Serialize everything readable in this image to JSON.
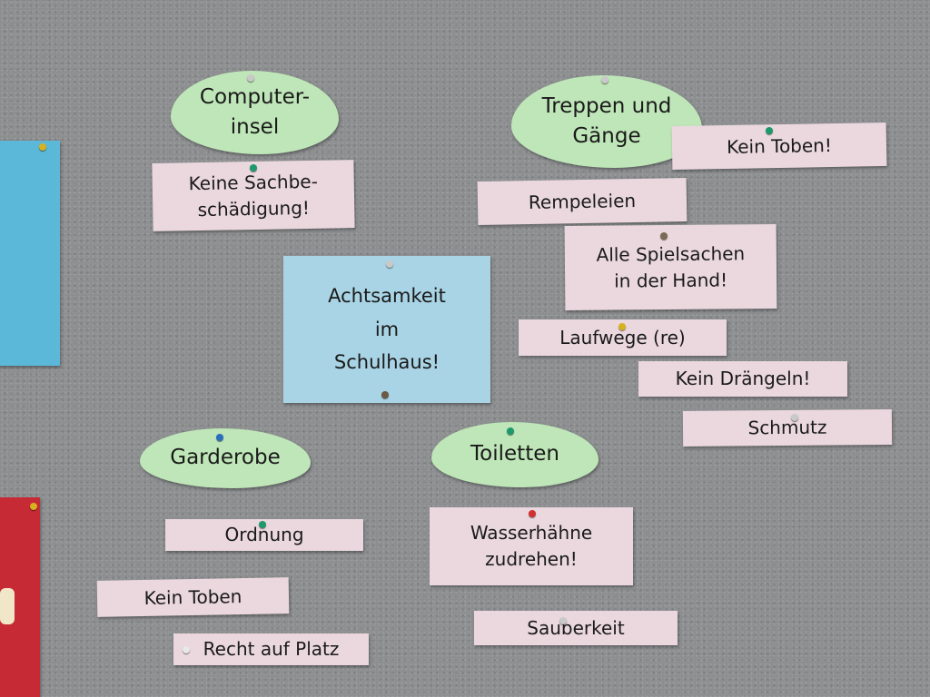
{
  "center": {
    "text": "Achtsamkeit\nim\nSchulhaus!"
  },
  "areas": {
    "computer": {
      "title": "Computer-\ninsel",
      "notes": [
        "Keine Sachbe-\nschädigung!"
      ]
    },
    "treppen": {
      "title": "Treppen und\nGänge",
      "notes": [
        "Kein Toben!",
        "Rempeleien",
        "Alle Spielsachen\nin der Hand!",
        "Laufwege (re)",
        "Kein Drängeln!",
        "Schmutz"
      ]
    },
    "garderobe": {
      "title": "Garderobe",
      "notes": [
        "Ordnung",
        "Kein Toben",
        "Recht auf Platz"
      ]
    },
    "toiletten": {
      "title": "Toiletten",
      "notes": [
        "Wasserhähne\nzudrehen!",
        "Sauberkeit"
      ]
    }
  },
  "colors": {
    "felt": "#8a8c8e",
    "pink_card": "#ead8de",
    "green_cloud": "#bfe6b8",
    "blue_card": "#a9d4e5",
    "pin_green": "#1d9a6c",
    "pin_yellow": "#d8b21e",
    "pin_red": "#d23030",
    "pin_blue": "#2a6fbf",
    "pin_silver": "#c9c9c9"
  }
}
